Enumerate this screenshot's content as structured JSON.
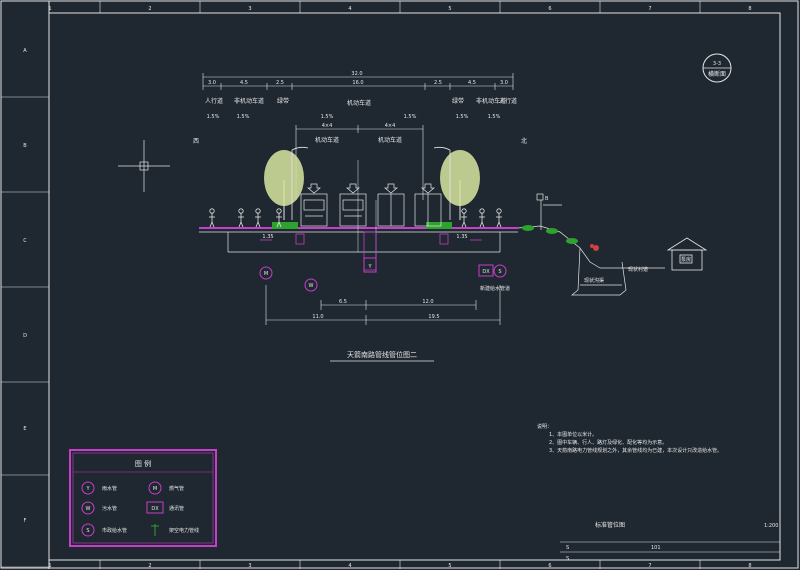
{
  "border": {
    "cols": [
      "1",
      "2",
      "3",
      "4",
      "5",
      "6",
      "7",
      "8"
    ],
    "rows": [
      "A",
      "B",
      "C",
      "D",
      "E",
      "F"
    ]
  },
  "section": {
    "tag_top": "3-3",
    "tag_bottom": "横断面",
    "total_width": "32.0",
    "dims_top": [
      "3.0",
      "4.5",
      "2.5",
      "16.0",
      "2.5",
      "4.5",
      "3.0"
    ],
    "zones": [
      "人行道",
      "非机动车道",
      "绿带",
      "机动车道",
      "绿带",
      "非机动车道",
      "人行道"
    ],
    "zone_slopes": [
      "1.5%",
      "1.5%",
      "1.5%",
      "1.5%"
    ],
    "lane_dims": [
      "4×4",
      "4×4"
    ],
    "lanes": [
      "机动车道",
      "机动车道"
    ],
    "lane_slopes": [
      "1.5%",
      "1.5%"
    ],
    "side_left": "西",
    "side_right": "北",
    "deep_labels": [
      "1.35",
      "1.35"
    ],
    "dims_bottom": [
      "6.5",
      "12.0"
    ],
    "dims_bottom2": [
      "11.0",
      "19.5"
    ],
    "right_pipe_label": "新建给水管道",
    "slope_label": "现状沟渠",
    "ditch_label": "现状村道",
    "house_label": "泵房",
    "post_label": "B"
  },
  "pipes": {
    "M": "M",
    "W": "W",
    "Y": "Y",
    "DX": "DX",
    "S": "S"
  },
  "caption": "天箭南路管线管位图二",
  "legend": {
    "title": "图 例",
    "items": [
      {
        "sym": "Y",
        "text": "雨水管"
      },
      {
        "sym": "M",
        "text": "燃气管"
      },
      {
        "sym": "W",
        "text": "污水管"
      },
      {
        "sym": "DX",
        "text": "通讯管"
      },
      {
        "sym": "S",
        "text": "市政给水管"
      },
      {
        "sym": "",
        "text": "架空电力管线"
      }
    ]
  },
  "notes": {
    "heading": "说明：",
    "lines": [
      "1、本图单位以米计。",
      "2、图中车辆、行人、路灯及绿化、配化等均为示意。",
      "3、天箭南路电力管线规划之外，其余管线均为已建，本次设计只改造给水管。"
    ]
  },
  "title_block": {
    "drawing_name": "标准管位图",
    "scale": "1:200",
    "row1_left": "S",
    "row1_mid": "101",
    "row2_left": "S"
  },
  "colors": {
    "background": "#1f2730",
    "line": "#e6e6e6",
    "magenta": "#c53fc9",
    "green": "#2ea22e",
    "tree": "#d8e6a0"
  }
}
